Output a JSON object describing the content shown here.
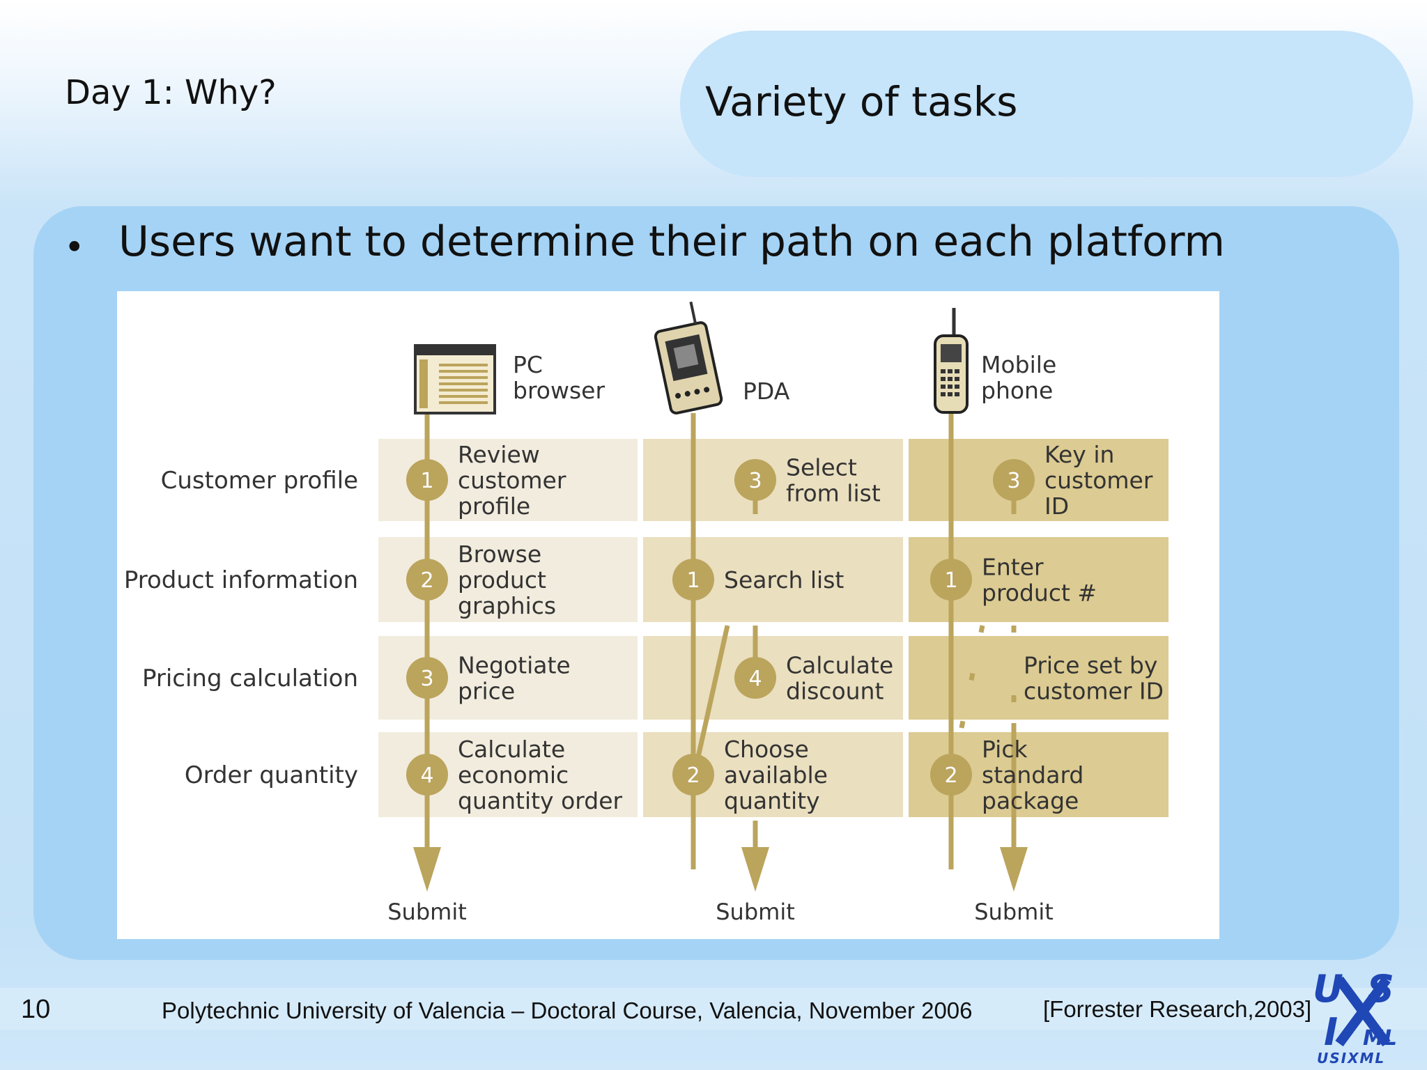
{
  "slide": {
    "header": "Day 1: Why?",
    "topic": "Variety of tasks",
    "bullet": "Users want to determine their path on each platform",
    "page_number": "10",
    "footer": "Polytechnic University of Valencia – Doctoral Course, Valencia, November 2006",
    "citation": "[Forrester Research,2003]",
    "logo_text": "USIXML",
    "colors": {
      "accent": "#bba45c",
      "cell_light": "#f2ecde",
      "cell_mid": "#eadfbf",
      "cell_dark": "#dccb92",
      "pill": "#c6e4fa",
      "box": "#a5d3f5"
    }
  },
  "diagram": {
    "platforms": [
      {
        "name_lines": [
          "PC",
          "browser"
        ],
        "icon": "pc-browser-icon"
      },
      {
        "name_lines": [
          "PDA"
        ],
        "icon": "pda-icon"
      },
      {
        "name_lines": [
          "Mobile",
          "phone"
        ],
        "icon": "mobile-phone-icon"
      }
    ],
    "rows": [
      "Customer profile",
      "Product information",
      "Pricing calculation",
      "Order quantity"
    ],
    "cells": [
      [
        {
          "step": "1",
          "lines": [
            "Review",
            "customer",
            "profile"
          ]
        },
        {
          "step": "3",
          "lines": [
            "Select",
            "from list"
          ]
        },
        {
          "step": "3",
          "lines": [
            "Key in",
            "customer",
            "ID"
          ]
        }
      ],
      [
        {
          "step": "2",
          "lines": [
            "Browse",
            "product",
            "graphics"
          ]
        },
        {
          "step": "1",
          "lines": [
            "Search list"
          ]
        },
        {
          "step": "1",
          "lines": [
            "Enter",
            "product #"
          ]
        }
      ],
      [
        {
          "step": "3",
          "lines": [
            "Negotiate",
            "price"
          ]
        },
        {
          "step": "4",
          "lines": [
            "Calculate",
            "discount"
          ]
        },
        {
          "step": "",
          "lines": [
            "Price set by",
            "customer ID"
          ]
        }
      ],
      [
        {
          "step": "4",
          "lines": [
            "Calculate",
            "economic",
            "quantity order"
          ]
        },
        {
          "step": "2",
          "lines": [
            "Choose",
            "available",
            "quantity"
          ]
        },
        {
          "step": "2",
          "lines": [
            "Pick",
            "standard",
            "package"
          ]
        }
      ]
    ],
    "end_label": "Submit"
  }
}
